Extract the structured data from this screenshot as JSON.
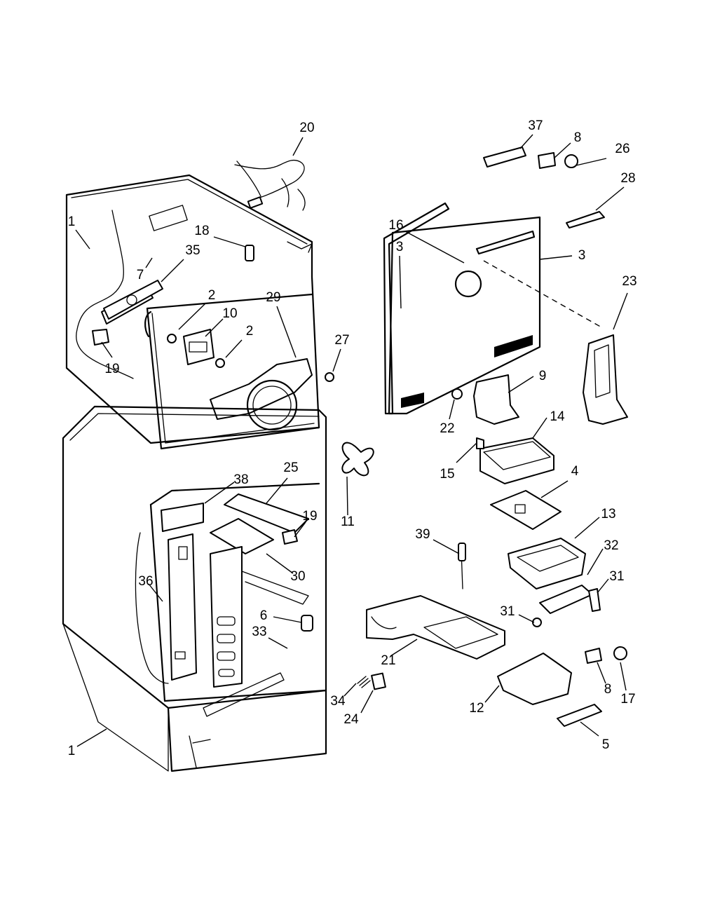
{
  "colors": {
    "line": "#000000",
    "background": "#ffffff"
  },
  "callouts": [
    "20",
    "37",
    "8",
    "26",
    "28",
    "1",
    "18",
    "35",
    "7",
    "16",
    "3",
    "3",
    "23",
    "2",
    "10",
    "2",
    "29",
    "27",
    "19",
    "9",
    "22",
    "14",
    "15",
    "25",
    "38",
    "11",
    "4",
    "19",
    "13",
    "32",
    "30",
    "36",
    "31",
    "39",
    "6",
    "31",
    "33",
    "21",
    "34",
    "8",
    "17",
    "24",
    "12",
    "1",
    "5"
  ]
}
